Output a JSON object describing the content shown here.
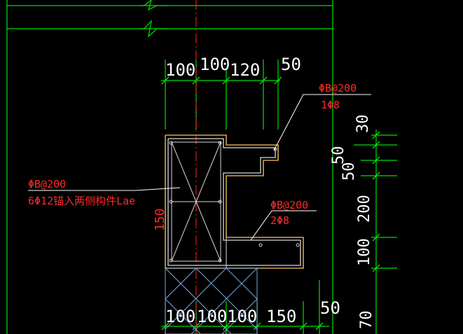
{
  "top_dims": [
    "100",
    "100",
    "120",
    "50"
  ],
  "bottom_dims": [
    "100",
    "100",
    "100",
    "150",
    "50"
  ],
  "right_dims": [
    "30",
    "50",
    "50",
    "200",
    "100",
    "70"
  ],
  "left_height_dim": "150",
  "callouts": {
    "top_right": {
      "line1": "ΦΒ@200",
      "line2": "1Φ8"
    },
    "left": {
      "line1": "ΦΒ@200",
      "line2": "6Φ12锚入两侧构件Lae"
    },
    "middle": {
      "line1": "ΦΒ@200",
      "line2": "2Φ8"
    }
  },
  "colors": {
    "background": "#000000",
    "grid_green": "#00e000",
    "outline_tan": "#d6a64a",
    "section_gray": "#d8d8d8",
    "text_white": "#ffffff",
    "axis_red": "#ff2020",
    "hatch_blue": "#7aa7e0"
  }
}
